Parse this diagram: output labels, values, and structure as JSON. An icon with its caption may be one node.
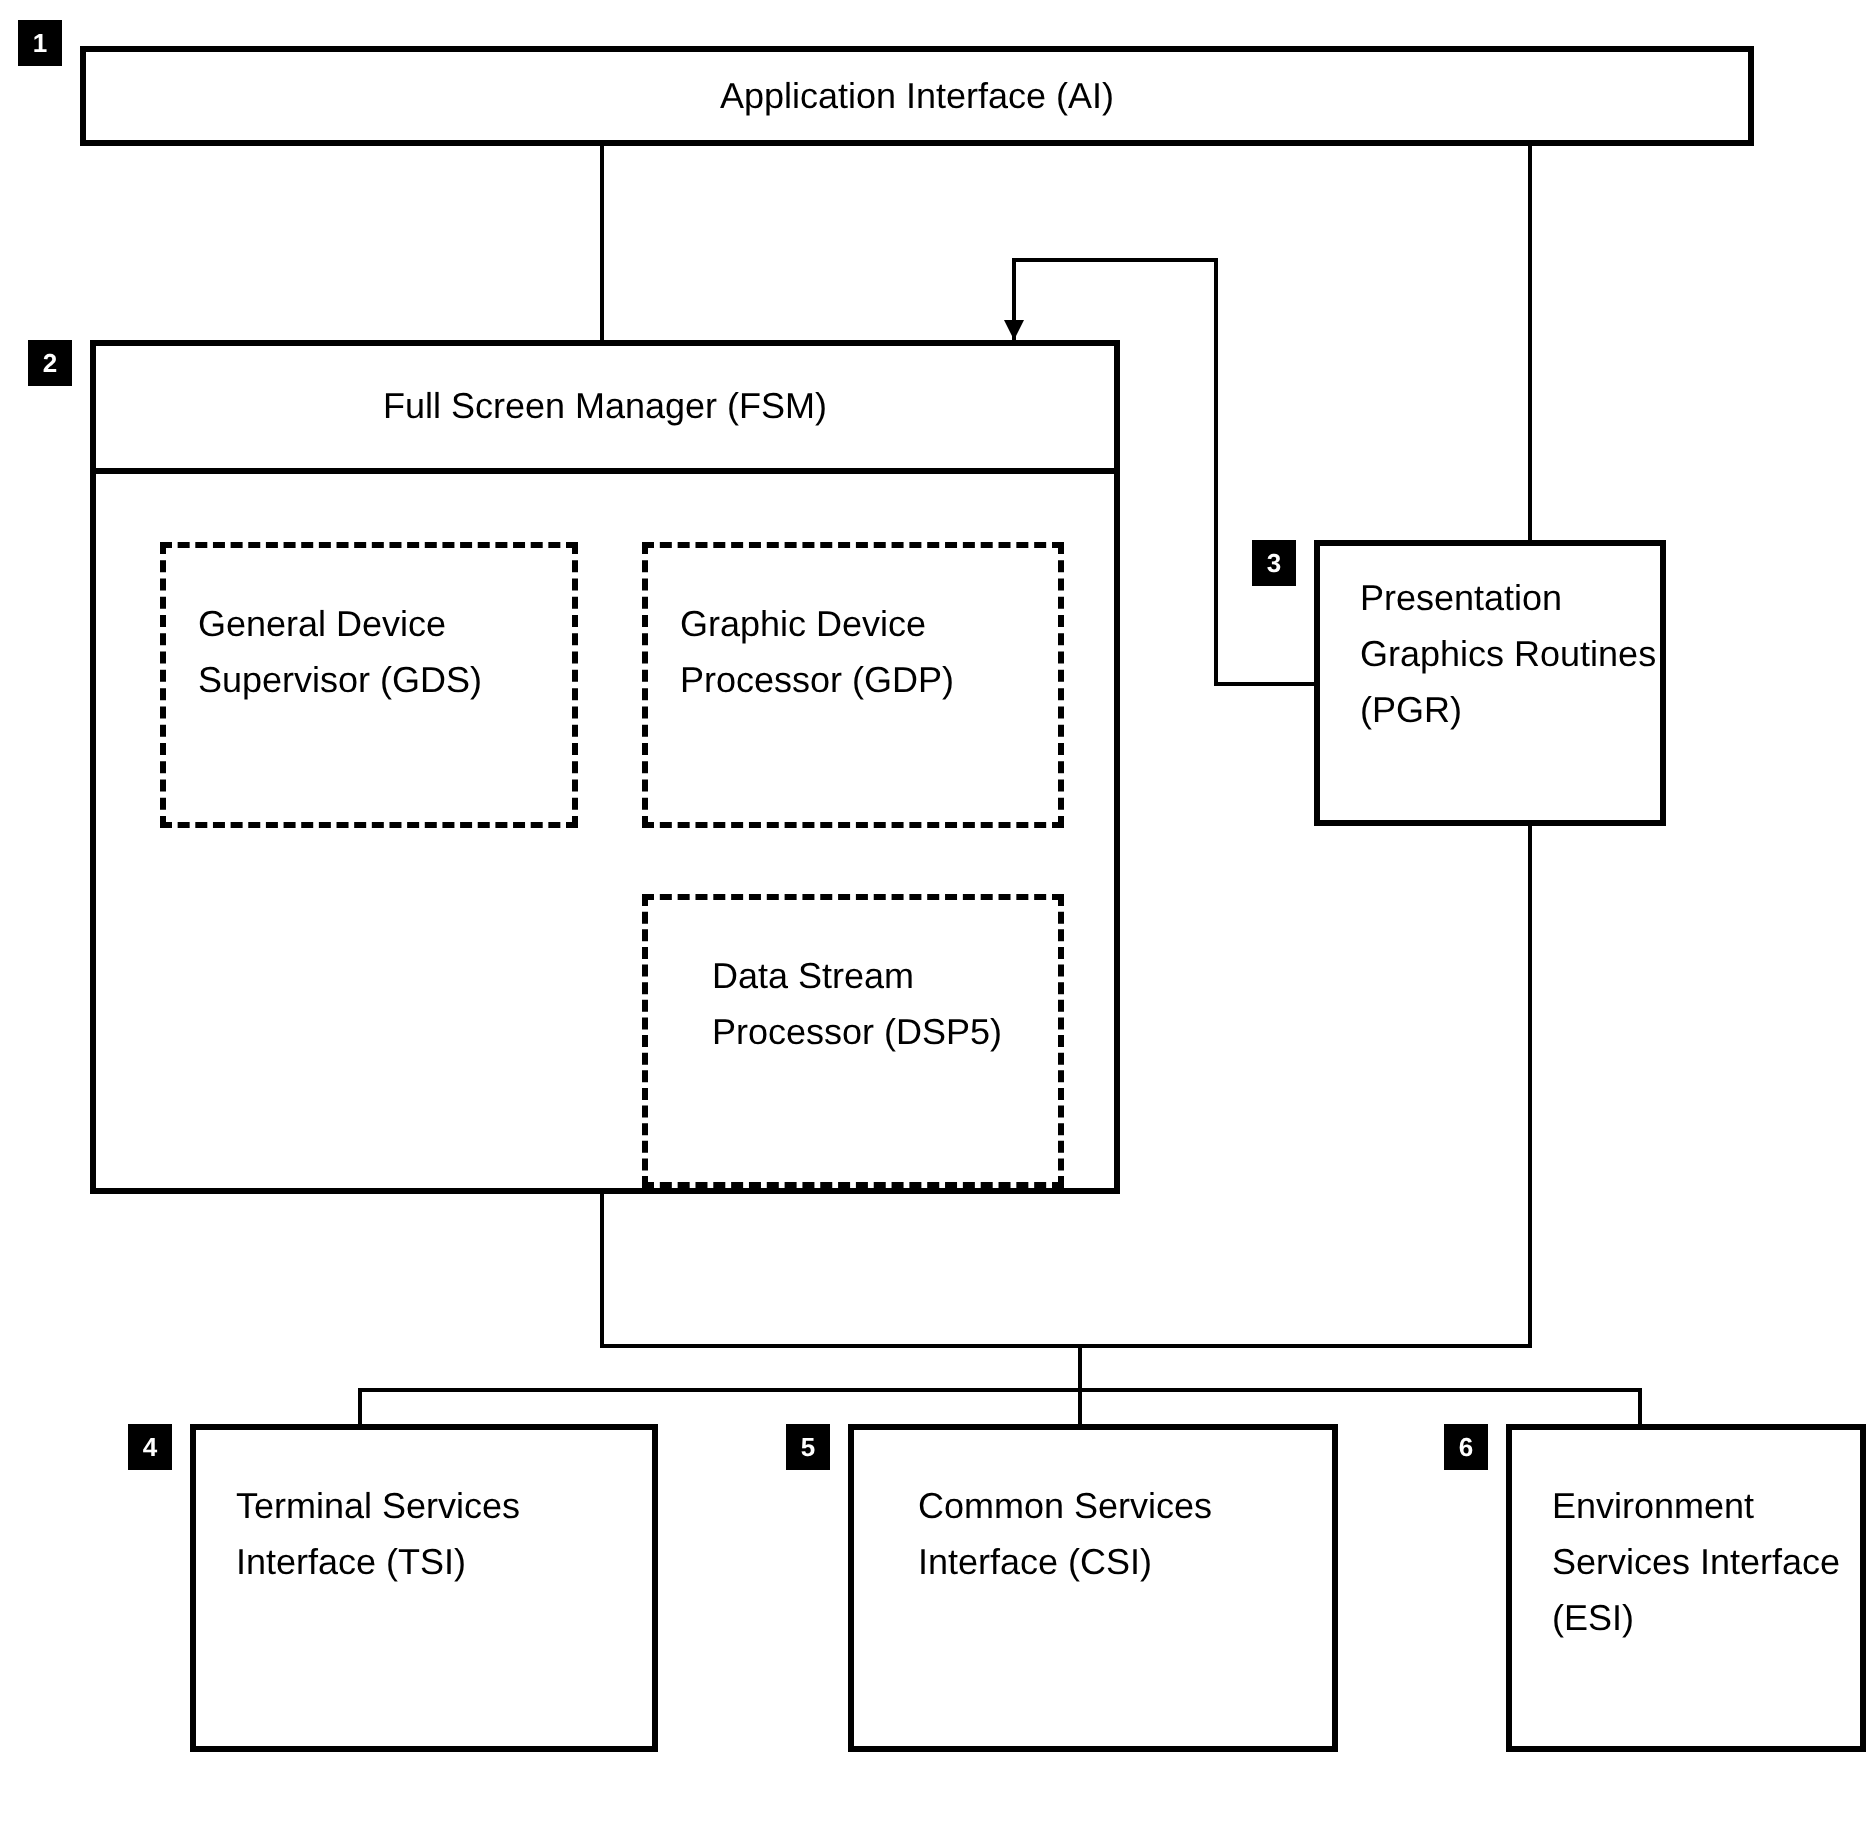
{
  "diagram": {
    "nodes": [
      {
        "text": [
          "Application Interface (AI)"
        ],
        "beside": [
          "1"
        ]
      },
      {
        "text": [
          "Full Screen Manager (FSM)"
        ],
        "beside": [
          "2"
        ]
      },
      {
        "text": [
          "General Device Supervisor (GDS)"
        ],
        "in": 1
      },
      {
        "text": [
          "Graphic Device Processor (GDP)"
        ],
        "in": 1
      },
      {
        "text": [
          "Data Stream Processor (DSP5)"
        ],
        "in": 1
      },
      {
        "text": [
          "Presentation Graphics Routines (PGR)"
        ],
        "beside": [
          "3"
        ]
      },
      {
        "text": [
          "Terminal Services Interface (TSI)"
        ],
        "beside": [
          "4"
        ]
      },
      {
        "text": [
          "Common Services Interface (CSI)"
        ],
        "beside": [
          "5"
        ]
      },
      {
        "text": [
          "Environment Services Interface (ESI)"
        ],
        "beside": [
          "6"
        ]
      }
    ],
    "edges": [
      {
        "from": 0,
        "to": 1,
        "arrow": "none"
      },
      {
        "from": 0,
        "to": 5,
        "arrow": "none"
      },
      {
        "from": 5,
        "to": 1,
        "arrow": "to"
      },
      {
        "from": 1,
        "to": 6,
        "arrow": "none"
      },
      {
        "from": 1,
        "to": 7,
        "arrow": "none"
      },
      {
        "from": 1,
        "to": 8,
        "arrow": "none"
      },
      {
        "from": 5,
        "to": 6,
        "arrow": "none"
      },
      {
        "from": 5,
        "to": 7,
        "arrow": "none"
      },
      {
        "from": 5,
        "to": 8,
        "arrow": "none"
      }
    ]
  }
}
